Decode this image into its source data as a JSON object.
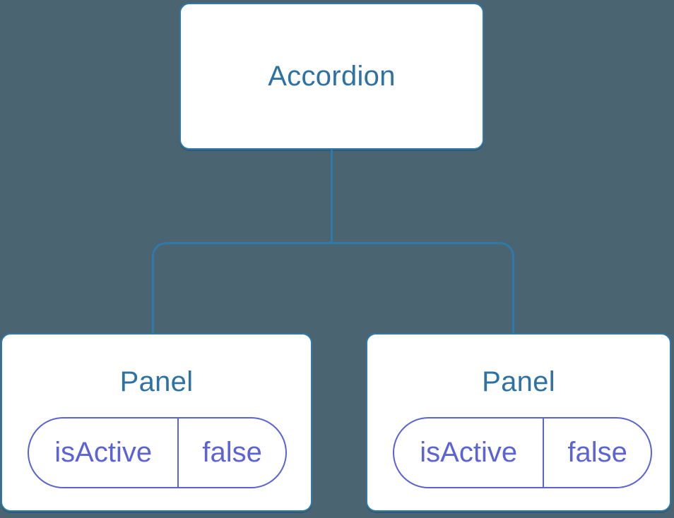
{
  "diagram": {
    "type": "component-tree",
    "colors": {
      "background": "#4a6571",
      "node_fill": "#ffffff",
      "node_border": "#3179a9",
      "connector": "#3179a9",
      "heading_text": "#2e72a3",
      "state_accent": "#5c63d4"
    },
    "root": {
      "label": "Accordion"
    },
    "panels": [
      {
        "label": "Panel",
        "state": {
          "key": "isActive",
          "value": "false"
        }
      },
      {
        "label": "Panel",
        "state": {
          "key": "isActive",
          "value": "false"
        }
      }
    ]
  }
}
